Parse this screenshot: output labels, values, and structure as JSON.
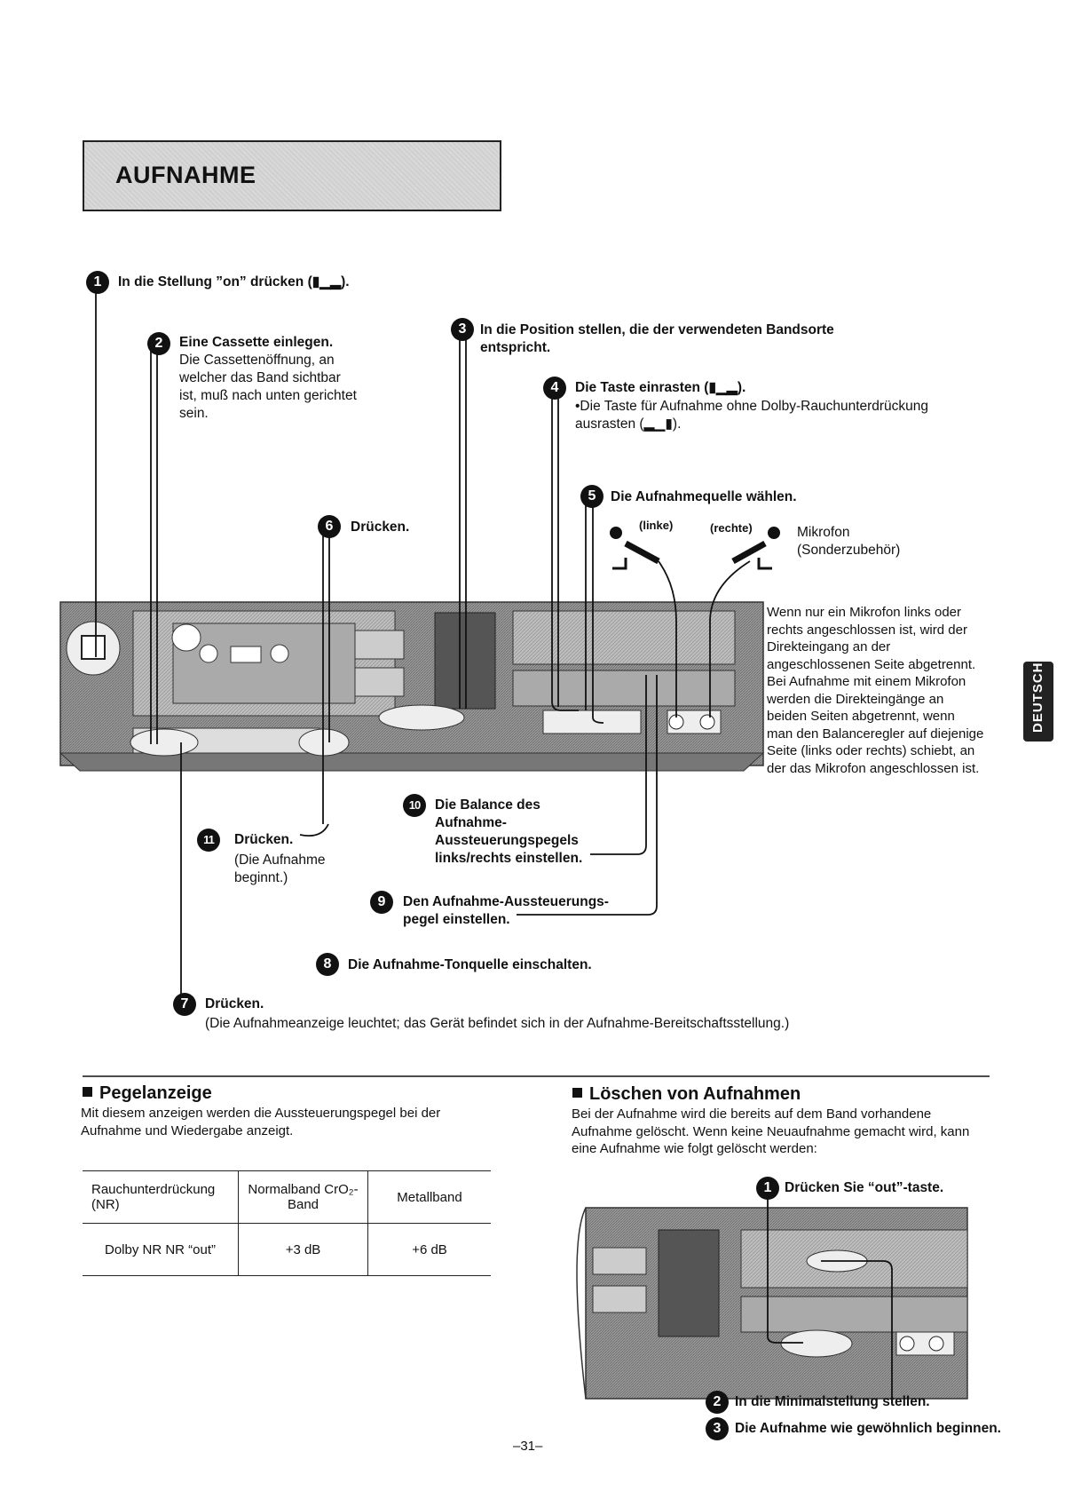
{
  "title": "AUFNAHME",
  "side_tab": "DEUTSCH",
  "steps": {
    "s1": {
      "num": "1",
      "text": "In die Stellung ”on” drücken (▮▁▂)."
    },
    "s2": {
      "num": "2",
      "head": "Eine Cassette einlegen.",
      "body": "Die Cassettenöffnung, an welcher das Band sichtbar ist, muß nach unten gerichtet sein."
    },
    "s3": {
      "num": "3",
      "text": "In die Position stellen, die der verwendeten Bandsorte entspricht."
    },
    "s4": {
      "num": "4",
      "head": "Die Taste einrasten (▮▁▂).",
      "body": "•Die Taste für Aufnahme ohne Dolby-Rauchunterdrückung ausrasten (▂▁▮)."
    },
    "s5": {
      "num": "5",
      "text": "Die Aufnahmequelle wählen.",
      "left": "(linke)",
      "right": "(rechte)",
      "mic": "Mikrofon",
      "mic_note": "(Sonderzubehör)"
    },
    "s6": {
      "num": "6",
      "text": "Drücken."
    },
    "s7": {
      "num": "7",
      "head": "Drücken.",
      "body": "(Die Aufnahmeanzeige leuchtet; das Gerät befindet sich in der Aufnahme-Bereitschaftsstellung.)"
    },
    "s8": {
      "num": "8",
      "text": "Die Aufnahme-Tonquelle einschalten."
    },
    "s9": {
      "num": "9",
      "text": "Den Aufnahme-Aussteuerungs-pegel einstellen."
    },
    "s10": {
      "num": "10",
      "text": "Die Balance des Aufnahme-Aussteuerungspegels links/rechts einstellen."
    },
    "s11": {
      "num": "11",
      "head": "Drücken.",
      "body": "(Die Aufnahme beginnt.)"
    }
  },
  "mic_info": "Wenn nur ein Mikrofon links oder rechts angeschlossen ist, wird der Direkteingang an der angeschlossenen Seite abgetrennt. Bei Aufnahme mit einem Mikrofon werden die Direkteingänge an beiden Seiten abgetrennt, wenn man den Balanceregler auf diejenige Seite (links oder rechts) schiebt, an der das Mikrofon angeschlossen ist.",
  "pegel": {
    "heading": "Pegelanzeige",
    "body": "Mit diesem anzeigen werden die Aussteuerungspegel bei der Aufnahme und Wiedergabe anzeigt.",
    "table": {
      "h1": "Rauchunterdrückung (NR)",
      "h2": "Normalband CrO₂-Band",
      "h3": "Metallband",
      "r1": "Dolby NR NR “out”",
      "r2": "+3 dB",
      "r3": "+6 dB"
    }
  },
  "loeschen": {
    "heading": "Löschen von Aufnahmen",
    "body": "Bei der Aufnahme wird die bereits auf dem Band vorhandene Aufnahme gelöscht. Wenn keine Neuaufnahme gemacht wird, kann eine Aufnahme wie folgt gelöscht werden:",
    "l1": {
      "num": "1",
      "text": "Drücken Sie “out”-taste."
    },
    "l2": {
      "num": "2",
      "text": "In die Minimalstellung stellen."
    },
    "l3": {
      "num": "3",
      "text": "Die Aufnahme wie gewöhnlich beginnen."
    }
  },
  "page_number": "–31–"
}
